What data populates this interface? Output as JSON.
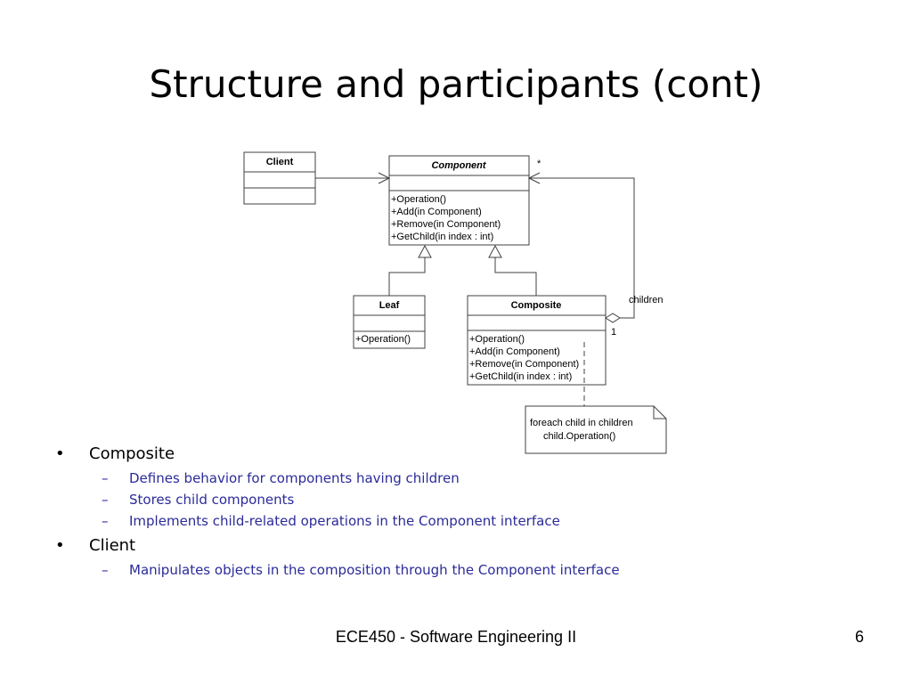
{
  "slide": {
    "title": "Structure and participants (cont)",
    "footer": "ECE450 - Software Engineering II",
    "page_number": "6"
  },
  "diagram": {
    "client": {
      "name": "Client"
    },
    "component": {
      "name": "Component",
      "operations": [
        "+Operation()",
        "+Add(in Component)",
        "+Remove(in Component)",
        "+GetChild(in index : int)"
      ],
      "multiplicity": "*"
    },
    "leaf": {
      "name": "Leaf",
      "operations": [
        "+Operation()"
      ]
    },
    "composite": {
      "name": "Composite",
      "operations": [
        "+Operation()",
        "+Add(in Component)",
        "+Remove(in Component)",
        "+GetChild(in index : int)"
      ],
      "multiplicity": "1"
    },
    "association_label": "children",
    "note": [
      "foreach child in children",
      "child.Operation()"
    ]
  },
  "bullets": [
    {
      "text": "Composite",
      "sub": [
        "Defines behavior for components having children",
        "Stores child components",
        "Implements child-related operations in the Component interface"
      ]
    },
    {
      "text": "Client",
      "sub": [
        "Manipulates objects in the composition through the Component interface"
      ]
    }
  ],
  "colors": {
    "sub_bullet_text": "#2b2b9a",
    "line": "#404040"
  }
}
